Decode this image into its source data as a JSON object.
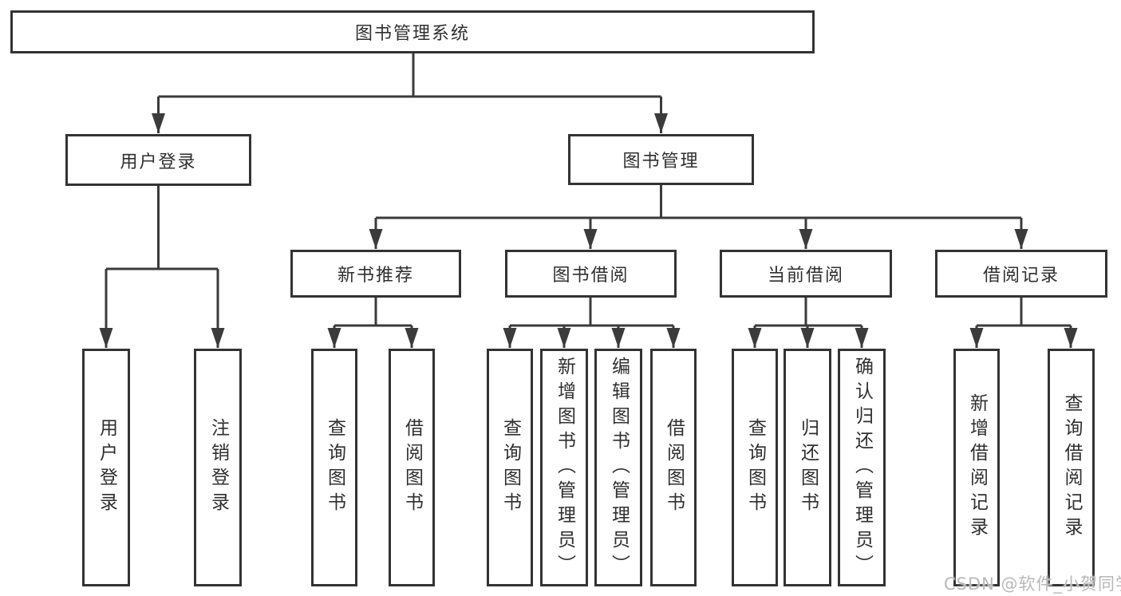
{
  "tree": {
    "label": "图书管理系统",
    "children": [
      {
        "label": "用户登录",
        "children": [
          {
            "label": "用户登录"
          },
          {
            "label": "注销登录"
          }
        ]
      },
      {
        "label": "图书管理",
        "children": [
          {
            "label": "新书推荐",
            "children": [
              {
                "label": "查询图书"
              },
              {
                "label": "借阅图书"
              }
            ]
          },
          {
            "label": "图书借阅",
            "children": [
              {
                "label": "查询图书"
              },
              {
                "label": "新增图书（管理员）"
              },
              {
                "label": "编辑图书（管理员）"
              },
              {
                "label": "借阅图书"
              }
            ]
          },
          {
            "label": "当前借阅",
            "children": [
              {
                "label": "查询图书"
              },
              {
                "label": "归还图书"
              },
              {
                "label": "确认归还（管理员）"
              }
            ]
          },
          {
            "label": "借阅记录",
            "children": [
              {
                "label": "新增借阅记录"
              },
              {
                "label": "查询借阅记录"
              }
            ]
          }
        ]
      }
    ]
  },
  "watermark": {
    "text": "CSDN @软件_小贺同学"
  },
  "colors": {
    "line": "#3b3b3b",
    "box_border": "#333333",
    "text": "#2f2f2f",
    "watermark_text": "#b9b9b9",
    "background": "#ffffff"
  }
}
